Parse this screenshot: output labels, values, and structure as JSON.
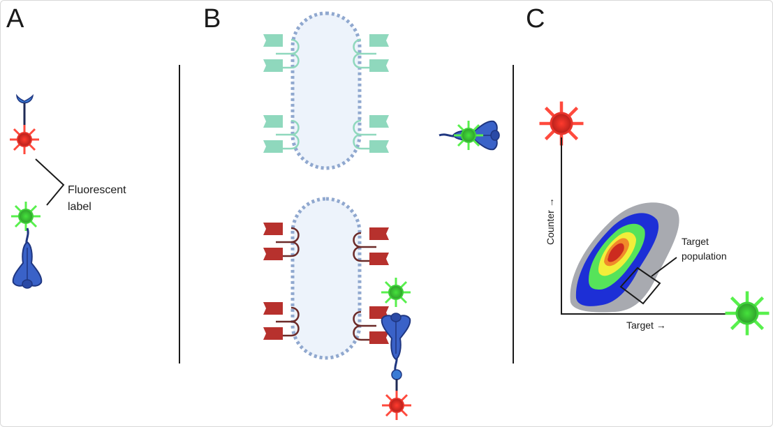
{
  "panels": {
    "a": {
      "letter": "A",
      "label_line1": "Fluorescent",
      "label_line2": "label"
    },
    "b": {
      "letter": "B"
    },
    "c": {
      "letter": "C",
      "x_axis_label": "Target →",
      "y_axis_label": "Counter →",
      "gate_label_line1": "Target",
      "gate_label_line2": "population"
    }
  },
  "colors": {
    "red_fluor": "#e0342c",
    "green_fluor": "#3fd13a",
    "antibody_blue": "#3a62c8",
    "cell_fill": "#edf3fb",
    "cell_border": "#90a8cf",
    "receptor_teal": "#8fd8bd",
    "receptor_red": "#b7312d"
  },
  "icons": [
    "red-fluorophore-icon",
    "green-fluorophore-icon",
    "antibody-icon",
    "antigen-probe-icon",
    "cell-icon",
    "receptor-icon"
  ]
}
